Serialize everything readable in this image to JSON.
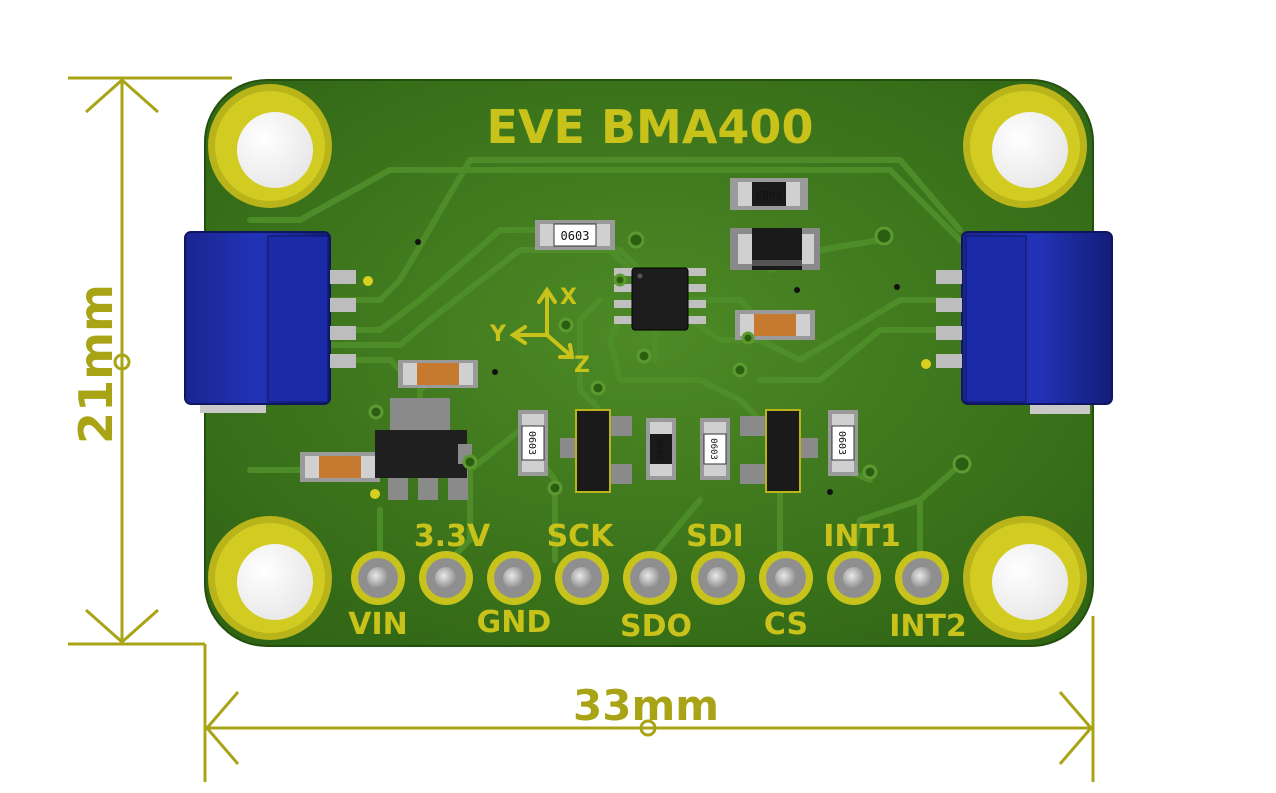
{
  "board": {
    "title": "EVE BMA400",
    "axes": {
      "x": "X",
      "y": "Y",
      "z": "Z"
    },
    "pins_top": [
      "3.3V",
      "SCK",
      "SDI",
      "INT1"
    ],
    "pins_bottom": [
      "VIN",
      "GND",
      "SDO",
      "CS",
      "INT2"
    ],
    "resistor_labels": [
      "0603",
      "0603",
      "0603",
      "0603",
      "0603",
      "0603"
    ]
  },
  "dimensions": {
    "height_label": "21mm",
    "width_label": "33mm"
  },
  "colors": {
    "pcb": "#3f7a1d",
    "pcb_dark": "#2d5e12",
    "copper_trace": "#4d8a28",
    "silkscreen": "#c9c21a",
    "pad_gold": "#c7c31c",
    "connector_blue": "#1c2a9c",
    "dimension_line": "#a8a416"
  }
}
